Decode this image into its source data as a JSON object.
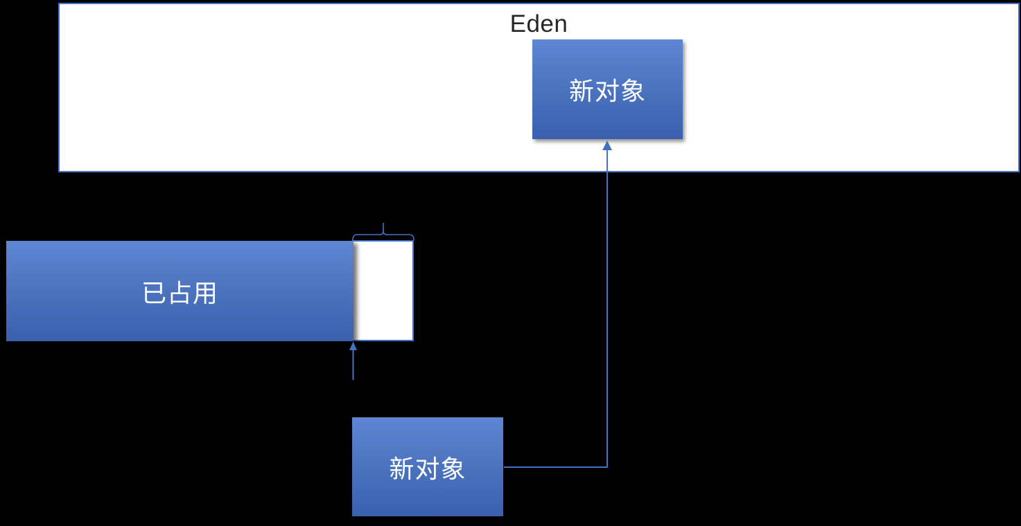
{
  "colors": {
    "page_background": "#000000",
    "accent": "#4472C4",
    "box_gradient_top": "#5E86D2",
    "box_gradient_bottom": "#3A60AD",
    "eden_fill": "#FFFFFF",
    "title_text": "#262626",
    "box_text": "#FFFFFF"
  },
  "eden": {
    "title": "Eden"
  },
  "boxes": {
    "new_object_top": {
      "label": "新对象"
    },
    "occupied": {
      "label": "已占用"
    },
    "free_slot": {
      "label": ""
    },
    "new_object_bottom": {
      "label": "新对象"
    }
  }
}
